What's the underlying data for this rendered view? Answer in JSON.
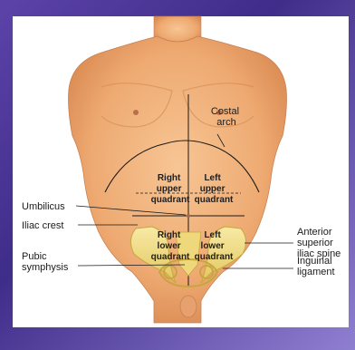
{
  "labels": {
    "costal_arch": [
      "Costal",
      "arch"
    ],
    "umbilicus": "Umbilicus",
    "iliac_crest": "Iliac crest",
    "pubic_symphysis": [
      "Pubic",
      "symphysis"
    ],
    "anterior_superior_iliac_spine": [
      "Anterior",
      "superior",
      "iliac spine"
    ],
    "inguinal_ligament": [
      "Inguinal",
      "ligament"
    ]
  },
  "quadrants": {
    "right_upper": [
      "Right",
      "upper",
      "quadrant"
    ],
    "left_upper": [
      "Left",
      "upper",
      "quadrant"
    ],
    "right_lower": [
      "Right",
      "lower",
      "quadrant"
    ],
    "left_lower": [
      "Left",
      "lower",
      "quadrant"
    ]
  },
  "colors": {
    "skin": "#efb27c",
    "skin_shadow": "#d88a55",
    "bone": "#f3e08c",
    "background": "#4a35a0",
    "lines": "#1a1a1a"
  }
}
